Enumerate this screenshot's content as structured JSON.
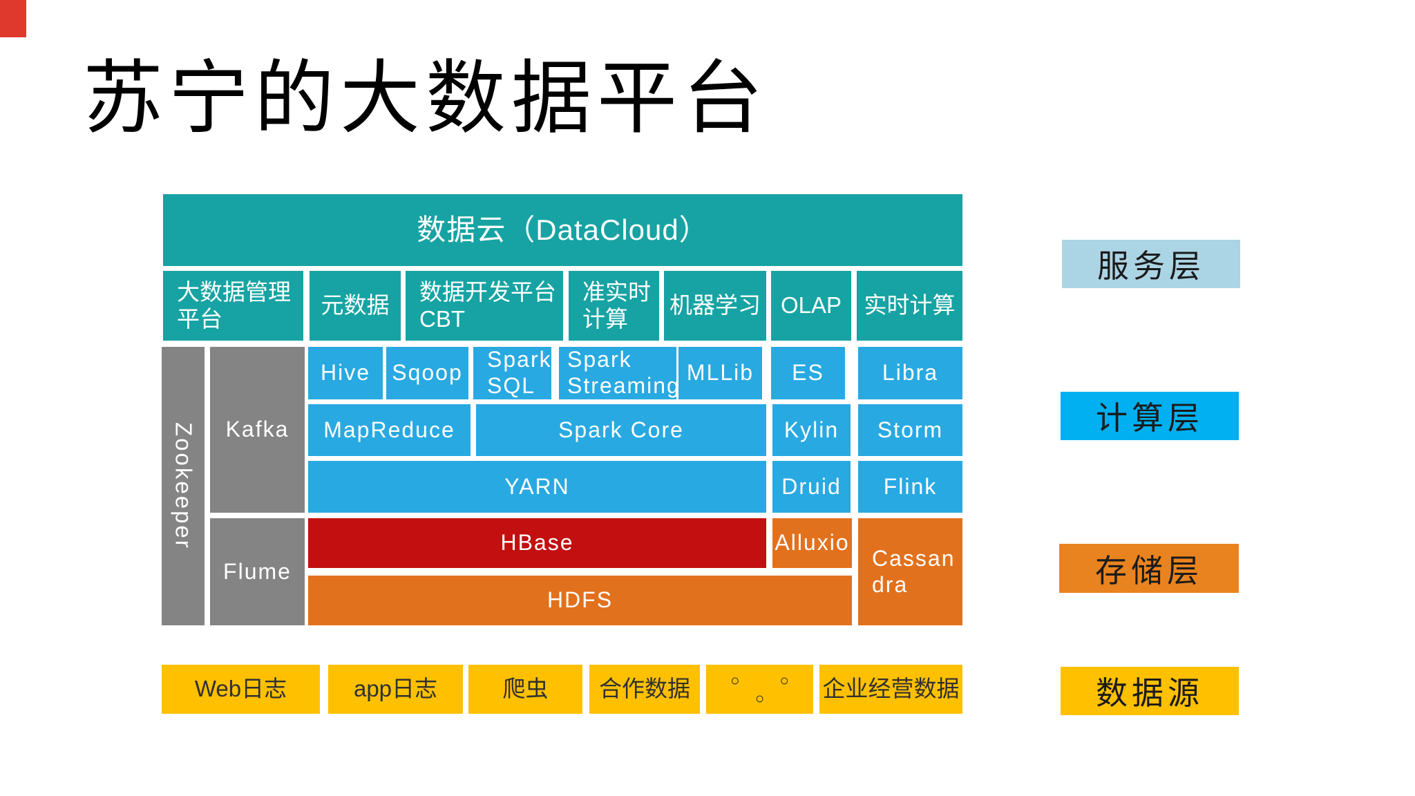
{
  "title": "苏宁的大数据平台",
  "datacloud": "数据云（DataCloud）",
  "service_row": {
    "mgmt": "大数据管理\n平台",
    "meta": "元数据",
    "devcbt": "数据开发平台\nCBT",
    "quasi_realtime": "准实时\n计算",
    "ml": "机器学习",
    "olap": "OLAP",
    "realtime": "实时计算"
  },
  "middle": {
    "zookeeper": "Zookeeper",
    "kafka": "Kafka",
    "flume": "Flume",
    "hive": "Hive",
    "sqoop": "Sqoop",
    "spark_sql": "Spark\nSQL",
    "spark_streaming": "Spark\nStreaming",
    "mllib": "MLLib",
    "es": "ES",
    "libra": "Libra",
    "mapreduce": "MapReduce",
    "spark_core": "Spark Core",
    "kylin": "Kylin",
    "storm": "Storm",
    "yarn": "YARN",
    "druid": "Druid",
    "flink": "Flink",
    "hbase": "HBase",
    "alluxio": "Alluxio",
    "hdfs": "HDFS",
    "cassandra": "Cassan\ndra"
  },
  "sources_row": {
    "web_log": "Web日志",
    "app_log": "app日志",
    "crawler": "爬虫",
    "partner_data": "合作数据",
    "dots": "○ ○ ○",
    "enterprise_data": "企业经营数据"
  },
  "layers": {
    "service": "服务层",
    "compute": "计算层",
    "storage": "存储层",
    "source": "数据源"
  },
  "colors": {
    "teal": "#17a3a3",
    "blue": "#29a9e1",
    "gray": "#848484",
    "red": "#c30f0f",
    "orange": "#e2711d",
    "yellow": "#ffc000",
    "layer_service_bg": "#abd4e4",
    "layer_compute_bg": "#00b0f0",
    "layer_storage_bg": "#e9831f",
    "layer_source_bg": "#ffc000",
    "corner_mark": "#df392d"
  }
}
